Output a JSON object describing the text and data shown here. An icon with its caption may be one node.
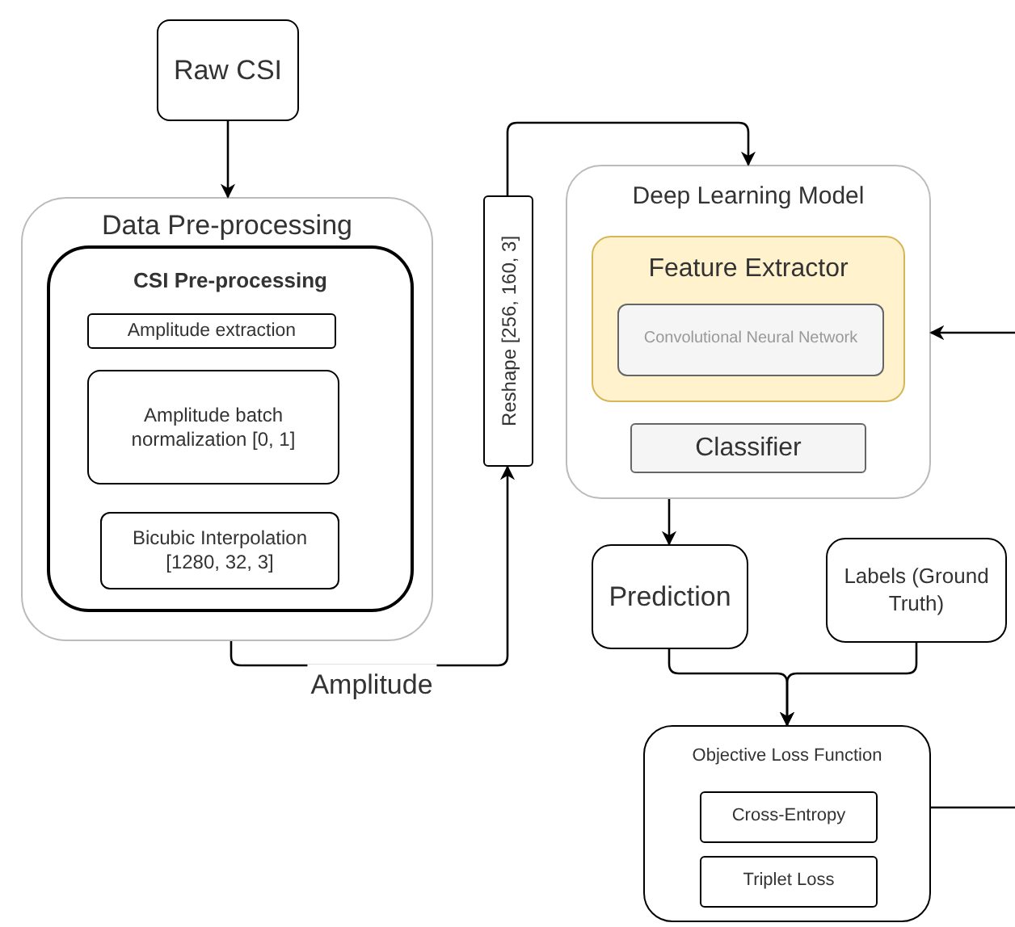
{
  "diagram": {
    "nodes": [
      {
        "text": [
          "Raw CSI"
        ]
      },
      {
        "text": [
          "Data Pre-processing"
        ]
      },
      {
        "text": [
          "CSI Pre-processing"
        ],
        "in": 1
      },
      {
        "text": [
          "Amplitude extraction"
        ],
        "in": 2
      },
      {
        "text": [
          "Amplitude batch normalization [0, 1]"
        ],
        "in": 2
      },
      {
        "text": [
          "Bicubic Interpolation [1280, 32, 3]"
        ],
        "in": 2
      },
      {
        "text": [
          "Reshape [256, 160, 3]"
        ]
      },
      {
        "text": [
          "Deep Learning Model"
        ]
      },
      {
        "text": [
          "Feature Extractor"
        ],
        "in": 7
      },
      {
        "text": [
          "Convolutional Neural Network"
        ],
        "in": 8
      },
      {
        "text": [
          "Classifier"
        ],
        "in": 7
      },
      {
        "text": [
          "Prediction"
        ]
      },
      {
        "text": [
          "Labels (Ground Truth)"
        ]
      },
      {
        "text": [
          "Objective Loss Function"
        ]
      },
      {
        "text": [
          "Cross-Entropy"
        ],
        "in": 13
      },
      {
        "text": [
          "Triplet Loss"
        ],
        "in": 13
      }
    ],
    "edges": [
      {
        "from": 0,
        "to": 1,
        "arrow": "to"
      },
      {
        "from": 1,
        "to": 6,
        "arrow": "to",
        "label": "Amplitude"
      },
      {
        "from": 6,
        "to": 7,
        "arrow": "to"
      },
      {
        "from": 7,
        "to": 11,
        "arrow": "to"
      },
      {
        "from": 11,
        "to": 13,
        "arrow": "to"
      },
      {
        "from": 12,
        "to": 13,
        "arrow": "to"
      },
      {
        "from": 13,
        "to": null,
        "arrow": "none"
      },
      {
        "from": null,
        "to": 7,
        "arrow": "to"
      }
    ]
  }
}
